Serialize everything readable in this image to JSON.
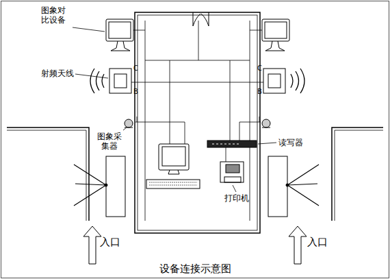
{
  "diagram": {
    "caption": "设备连接示意图",
    "labels": [
      "图象对比设备",
      "射频天线",
      "C",
      "B",
      "C",
      "B",
      "图象采集器",
      "读写器",
      "打印机",
      "入口",
      "入口"
    ]
  }
}
